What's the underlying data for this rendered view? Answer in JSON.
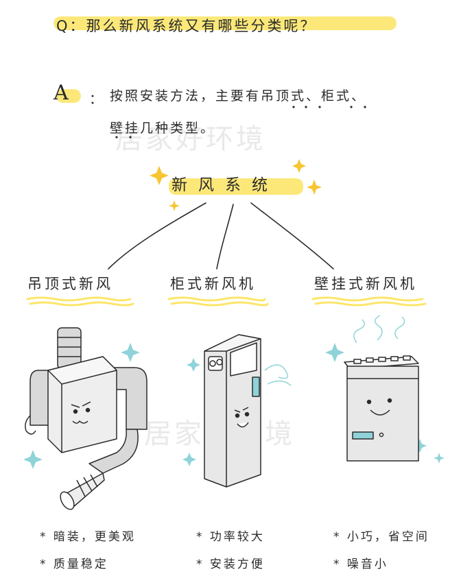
{
  "question": "Q：那么新风系统又有哪些分类呢？",
  "answer": {
    "letter": "A",
    "colon": "：",
    "line1": "按照安装方法，主要有吊顶式、柜式、",
    "line2": "壁挂几种类型。"
  },
  "diagram": {
    "root": "新风系统",
    "categories": [
      {
        "label": "吊顶式新风",
        "features": [
          "* 暗装，更美观",
          "* 质量稳定"
        ]
      },
      {
        "label": "柜式新风机",
        "features": [
          "* 功率较大",
          "* 安装方便"
        ]
      },
      {
        "label": "壁挂式新风机",
        "features": [
          "* 小巧，省空间",
          "* 噪音小"
        ]
      }
    ]
  },
  "watermark": "居家好环境",
  "colors": {
    "highlight": "#fce66a",
    "ink": "#2b2b2b",
    "sparkle": "#f7c531",
    "accent": "#8fd3d9",
    "unit_fill": "#e8e8e8"
  }
}
